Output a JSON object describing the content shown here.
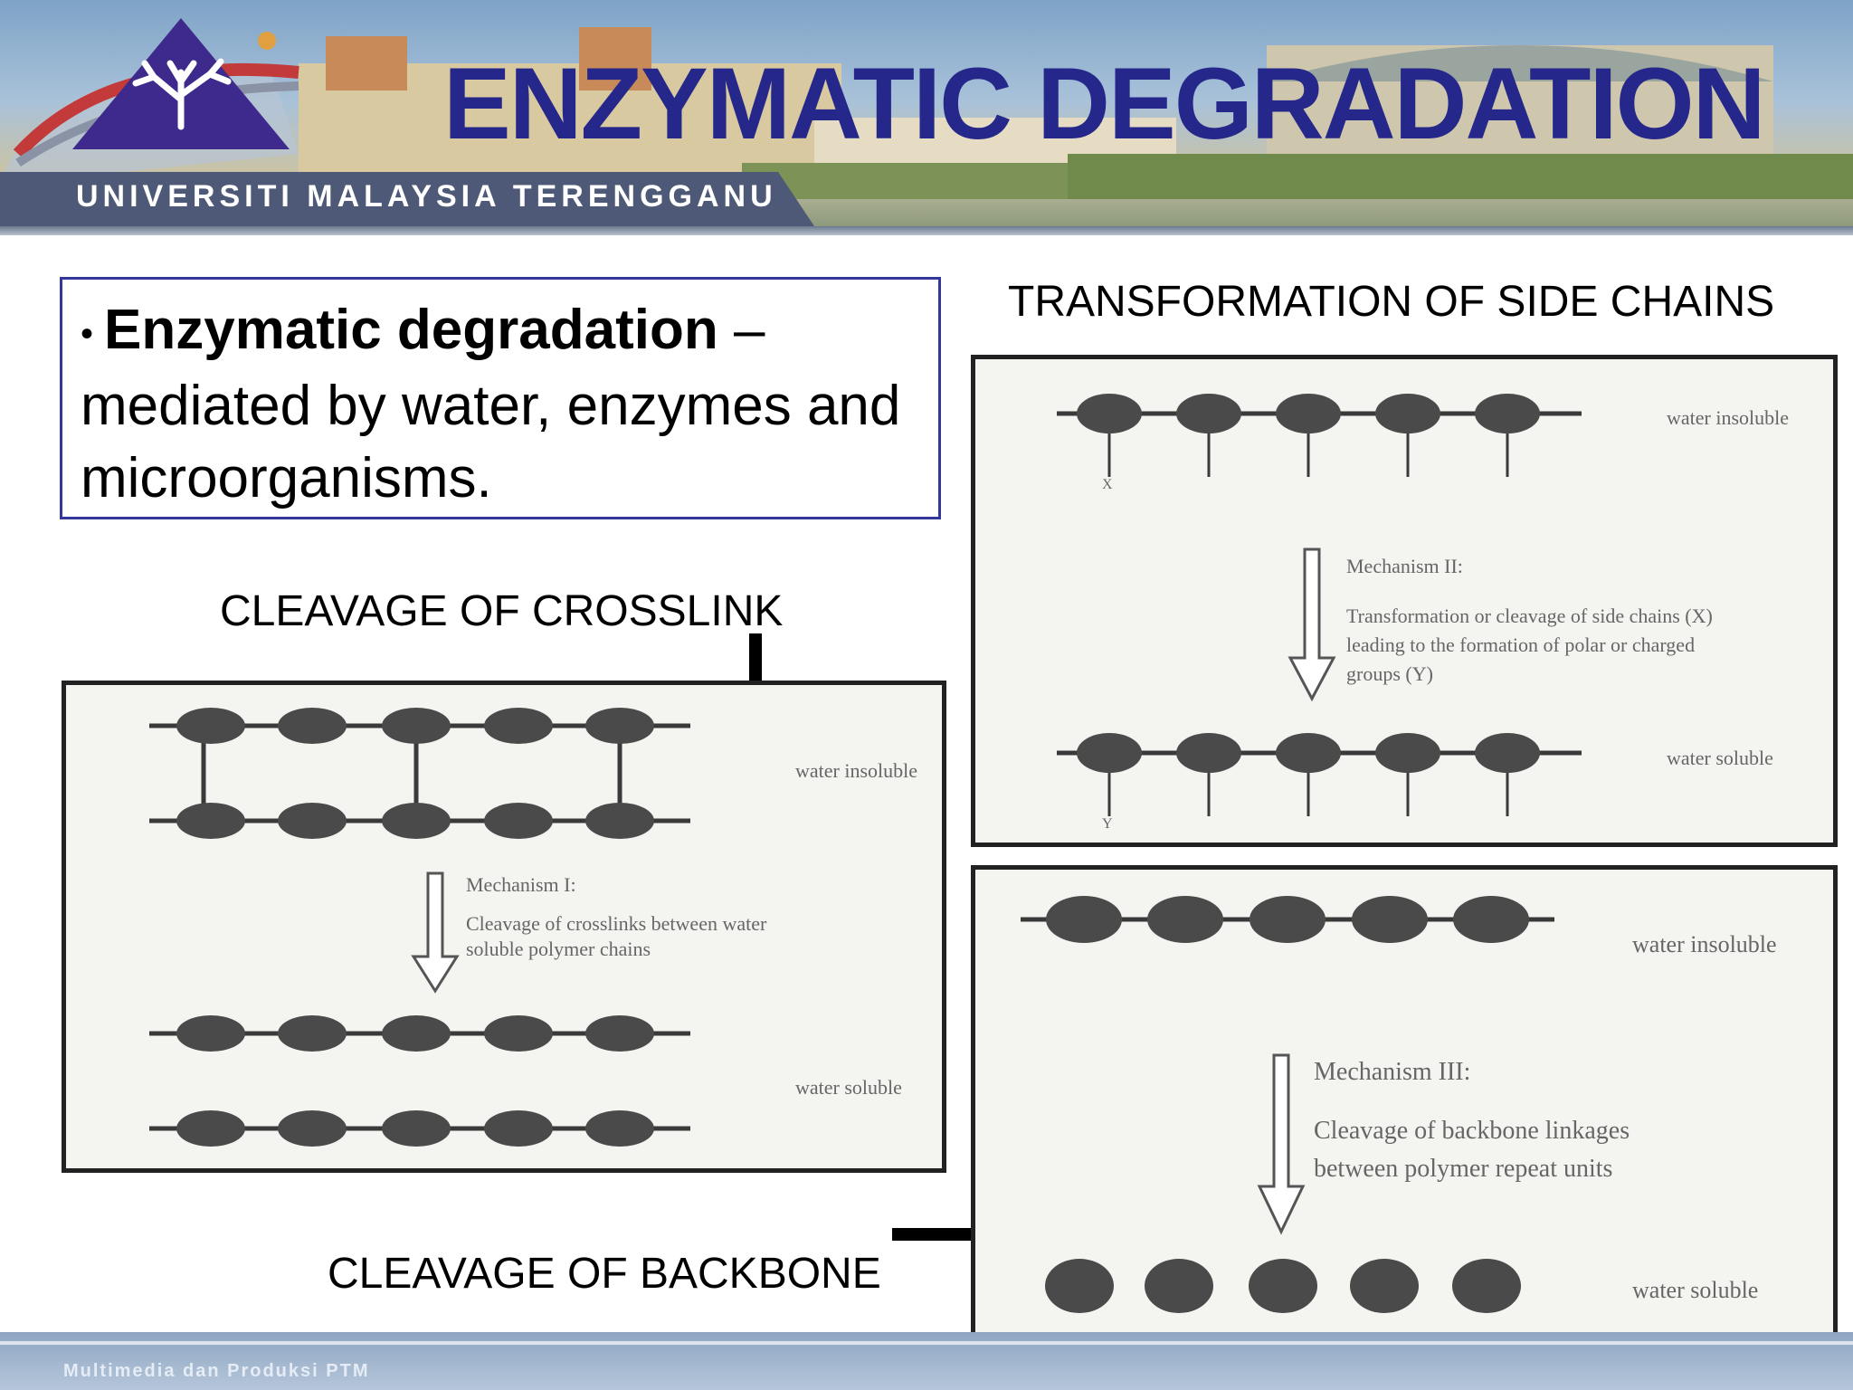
{
  "header": {
    "university": "UNIVERSITI MALAYSIA TERENGGANU",
    "title": "ENZYMATIC DEGRADATION"
  },
  "bullet": {
    "term": "Enzymatic degradation",
    "dash": " –",
    "definition": "mediated by water, enzymes and microorganisms."
  },
  "captions": {
    "side_chains": "TRANSFORMATION OF SIDE CHAINS",
    "crosslink": "CLEAVAGE OF CROSSLINK",
    "backbone": "CLEAVAGE OF BACKBONE"
  },
  "panel_crosslink": {
    "top_state": "water insoluble",
    "mechanism_title": "Mechanism I:",
    "mechanism_text": "Cleavage of crosslinks between water soluble polymer chains",
    "bottom_state": "water soluble"
  },
  "panel_side_chains": {
    "top_state": "water insoluble",
    "side_group_before": "X",
    "mechanism_title": "Mechanism II:",
    "mechanism_text": "Transformation or cleavage of side chains (X) leading to the formation of polar or charged groups (Y)",
    "bottom_state": "water soluble",
    "side_group_after": "Y"
  },
  "panel_backbone": {
    "top_state": "water insoluble",
    "mechanism_title": "Mechanism III:",
    "mechanism_text": "Cleavage of backbone linkages between polymer repeat units",
    "bottom_state": "water soluble"
  },
  "footer": {
    "text": "Multimedia dan Produksi PTM"
  },
  "colors": {
    "title": "#25288a",
    "box_border": "#33379a",
    "bead": "#4a4a4a"
  }
}
